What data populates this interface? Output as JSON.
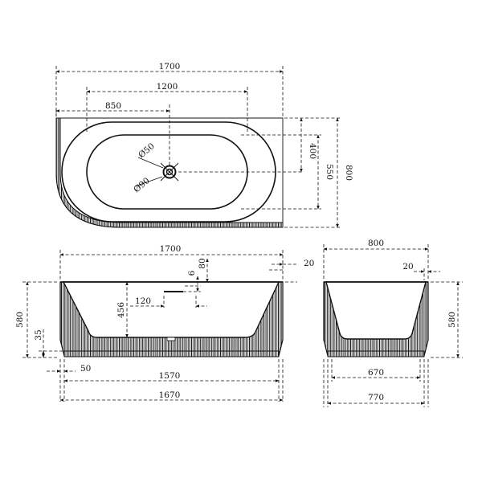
{
  "top_view": {
    "dim_length_overall": "1700",
    "dim_drain_offset": "1200",
    "dim_drain_from_left": "850",
    "dim_width_overall": "800",
    "dim_inner_width": "550",
    "dim_drain_depth": "400",
    "dim_waste_diameter": "Ø50",
    "dim_overflow_diameter": "Ø90"
  },
  "front_view": {
    "dim_top_length": "1700",
    "dim_rim_20": "20",
    "dim_rim_80": "80",
    "dim_rim_6": "6",
    "dim_inner_depth": "456",
    "dim_overflow_120": "120",
    "dim_height": "580",
    "dim_base_35": "35",
    "dim_base_50": "50",
    "dim_base_inner": "1570",
    "dim_base_outer": "1670"
  },
  "side_view": {
    "dim_top_width": "800",
    "dim_rim_20": "20",
    "dim_height": "580",
    "dim_base_inner": "670",
    "dim_base_outer": "770"
  }
}
